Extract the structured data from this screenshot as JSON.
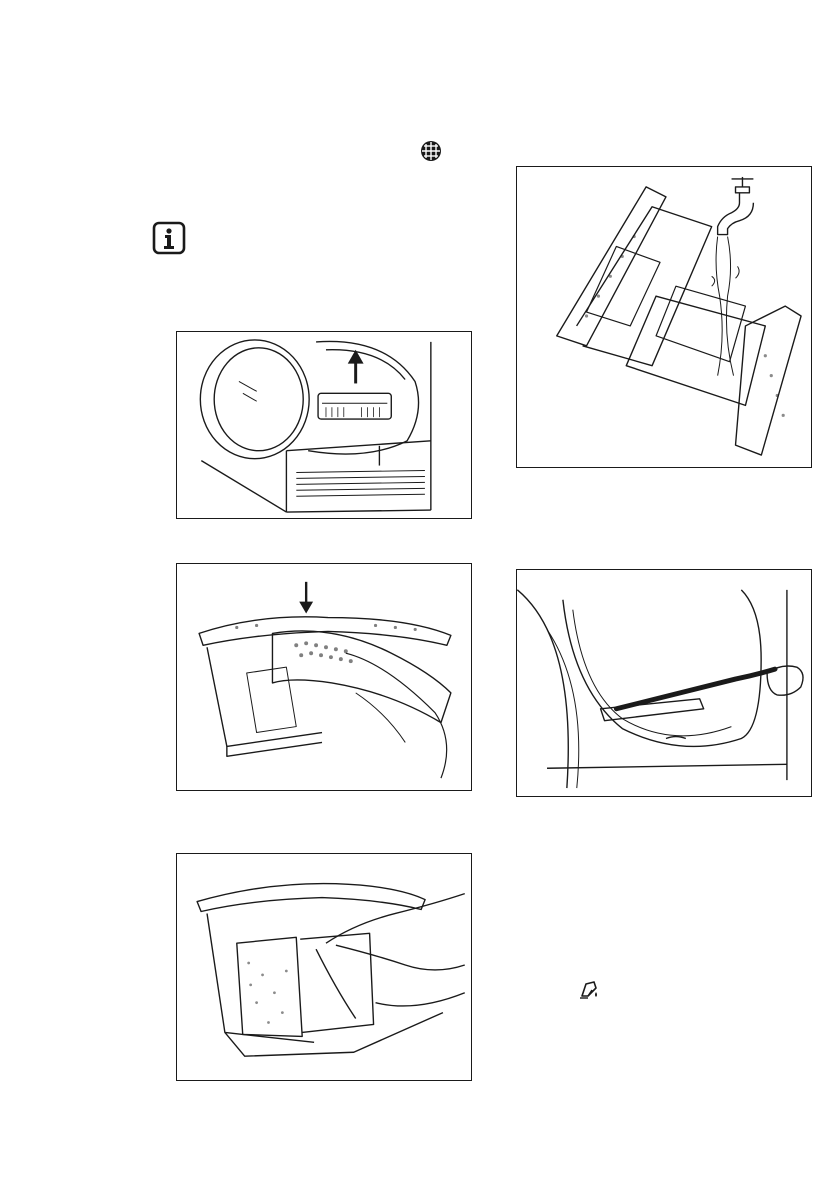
{
  "page": {
    "background": "#ffffff",
    "ink": "#1a1a1a"
  },
  "icons": {
    "filter_symbol": "globe-grid-icon",
    "info": "info-icon",
    "cleaning": "cleaning-brush-icon"
  },
  "figures": [
    {
      "id": "fig-1",
      "subject": "dryer-open-door-filter-removal"
    },
    {
      "id": "fig-2",
      "subject": "filter-open-press"
    },
    {
      "id": "fig-3",
      "subject": "filter-clean-by-hand"
    },
    {
      "id": "fig-4",
      "subject": "filter-rinse-under-tap"
    },
    {
      "id": "fig-5",
      "subject": "vacuum-filter-seat"
    }
  ]
}
